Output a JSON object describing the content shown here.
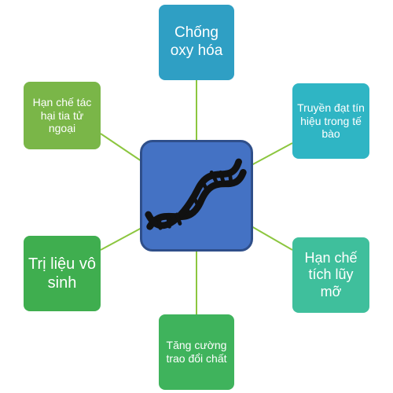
{
  "colors": {
    "connector": "#8cc63f",
    "center_fill": "#4472c4",
    "center_border": "#2f4f8a",
    "dna_strand": "#111111"
  },
  "center": {
    "icon": "dna-icon"
  },
  "nodes": {
    "top": {
      "label": "Chống oxy hóa",
      "color": "#2f9fc4"
    },
    "top_left": {
      "label": "Hạn chế tác hại tia tử ngoại",
      "color": "#7ab648"
    },
    "top_right": {
      "label": "Truyền đạt tín hiệu trong tế bào",
      "color": "#2fb5c4"
    },
    "left": {
      "label": "Trị liệu vô sinh",
      "color": "#3fae4f"
    },
    "right": {
      "label": "Hạn chế tích lũy mỡ",
      "color": "#3fbf9c"
    },
    "bottom": {
      "label": "Tăng cường trao đổi chất",
      "color": "#3fb35c"
    }
  }
}
